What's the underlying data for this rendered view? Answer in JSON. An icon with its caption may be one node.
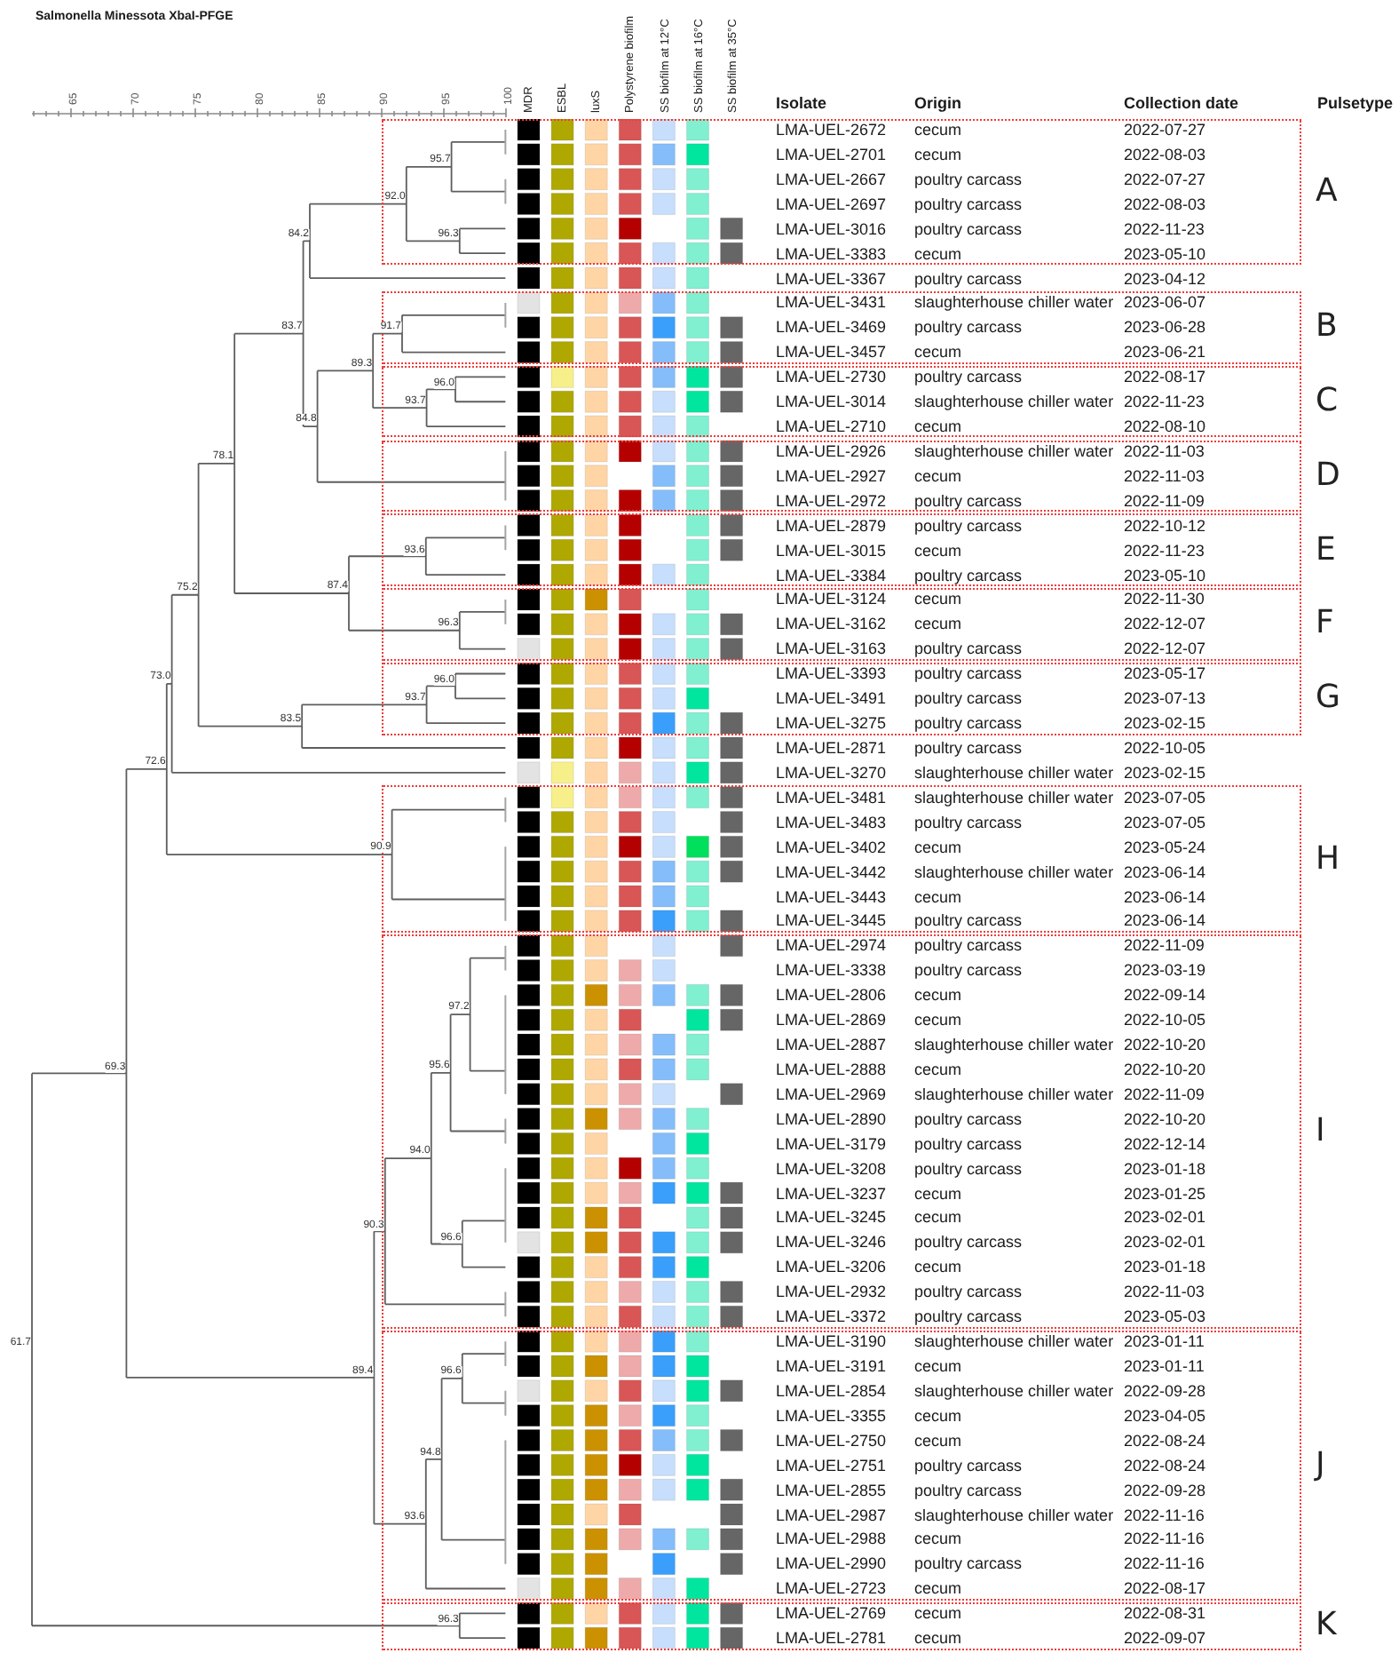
{
  "diagram": {
    "title": "Salmonella Minessota XbaI-PFGE",
    "nodes": [
      {
        "text": [
          "A"
        ]
      },
      {
        "text": [
          "B"
        ]
      },
      {
        "text": [
          "C"
        ]
      },
      {
        "text": [
          "D"
        ]
      },
      {
        "text": [
          "E"
        ]
      },
      {
        "text": [
          "F"
        ]
      },
      {
        "text": [
          "G"
        ]
      },
      {
        "text": [
          "H"
        ]
      },
      {
        "text": [
          "I"
        ]
      },
      {
        "text": [
          "J"
        ]
      },
      {
        "text": [
          "K"
        ]
      }
    ],
    "labels": [
      "65",
      "70",
      "75",
      "80",
      "85",
      "90",
      "95",
      "100",
      "MDR",
      "ESBL",
      "luxS",
      "Polystyrene biofilm",
      "SS biofilm at 12°C",
      "SS biofilm at 16°C",
      "SS biofilm at 35°C",
      "Isolate",
      "Origin",
      "Collection date",
      "Pulsetype",
      "LMA-UEL-2672",
      "cecum",
      "2022-07-27",
      "LMA-UEL-2701",
      "cecum",
      "2022-08-03",
      "LMA-UEL-2667",
      "poultry carcass",
      "2022-07-27",
      "LMA-UEL-2697",
      "poultry carcass",
      "2022-08-03",
      "LMA-UEL-3016",
      "poultry carcass",
      "2022-11-23",
      "LMA-UEL-3383",
      "cecum",
      "2023-05-10",
      "LMA-UEL-3367",
      "poultry carcass",
      "2023-04-12",
      "LMA-UEL-3431",
      "slaughterhouse chiller water",
      "2023-06-07",
      "LMA-UEL-3469",
      "poultry carcass",
      "2023-06-28",
      "LMA-UEL-3457",
      "cecum",
      "2023-06-21",
      "LMA-UEL-2730",
      "poultry carcass",
      "2022-08-17",
      "LMA-UEL-3014",
      "slaughterhouse chiller water",
      "2022-11-23",
      "LMA-UEL-2710",
      "cecum",
      "2022-08-10",
      "LMA-UEL-2926",
      "slaughterhouse chiller water",
      "2022-11-03",
      "LMA-UEL-2927",
      "cecum",
      "2022-11-03",
      "LMA-UEL-2972",
      "poultry carcass",
      "2022-11-09",
      "LMA-UEL-2879",
      "poultry carcass",
      "2022-10-12",
      "LMA-UEL-3015",
      "cecum",
      "2022-11-23",
      "LMA-UEL-3384",
      "poultry carcass",
      "2023-05-10",
      "LMA-UEL-3124",
      "cecum",
      "2022-11-30",
      "LMA-UEL-3162",
      "cecum",
      "2022-12-07",
      "LMA-UEL-3163",
      "poultry carcass",
      "2022-12-07",
      "LMA-UEL-3393",
      "poultry carcass",
      "2023-05-17",
      "LMA-UEL-3491",
      "poultry carcass",
      "2023-07-13",
      "LMA-UEL-3275",
      "poultry carcass",
      "2023-02-15",
      "LMA-UEL-2871",
      "poultry carcass",
      "2022-10-05",
      "LMA-UEL-3270",
      "slaughterhouse chiller water",
      "2023-02-15",
      "LMA-UEL-3481",
      "slaughterhouse chiller water",
      "2023-07-05",
      "LMA-UEL-3483",
      "poultry carcass",
      "2023-07-05",
      "LMA-UEL-3402",
      "cecum",
      "2023-05-24",
      "LMA-UEL-3442",
      "slaughterhouse chiller water",
      "2023-06-14",
      "LMA-UEL-3443",
      "cecum",
      "2023-06-14",
      "LMA-UEL-3445",
      "poultry carcass",
      "2023-06-14",
      "LMA-UEL-2974",
      "poultry carcass",
      "2022-11-09",
      "LMA-UEL-3338",
      "poultry carcass",
      "2023-03-19",
      "LMA-UEL-2806",
      "cecum",
      "2022-09-14",
      "LMA-UEL-2869",
      "cecum",
      "2022-10-05",
      "LMA-UEL-2887",
      "slaughterhouse chiller water",
      "2022-10-20",
      "LMA-UEL-2888",
      "cecum",
      "2022-10-20",
      "LMA-UEL-2969",
      "slaughterhouse chiller water",
      "2022-11-09",
      "LMA-UEL-2890",
      "poultry carcass",
      "2022-10-20",
      "LMA-UEL-3179",
      "poultry carcass",
      "2022-12-14",
      "LMA-UEL-3208",
      "poultry carcass",
      "2023-01-18",
      "LMA-UEL-3237",
      "cecum",
      "2023-01-25",
      "LMA-UEL-3245",
      "cecum",
      "2023-02-01",
      "LMA-UEL-3246",
      "poultry carcass",
      "2023-02-01",
      "LMA-UEL-3206",
      "cecum",
      "2023-01-18",
      "LMA-UEL-2932",
      "poultry carcass",
      "2022-11-03",
      "LMA-UEL-3372",
      "poultry carcass",
      "2023-05-03",
      "LMA-UEL-3190",
      "slaughterhouse chiller water",
      "2023-01-11",
      "LMA-UEL-3191",
      "cecum",
      "2023-01-11",
      "LMA-UEL-2854",
      "slaughterhouse chiller water",
      "2022-09-28",
      "LMA-UEL-3355",
      "cecum",
      "2023-04-05",
      "LMA-UEL-2750",
      "cecum",
      "2022-08-24",
      "LMA-UEL-2751",
      "poultry carcass",
      "2022-08-24",
      "LMA-UEL-2855",
      "poultry carcass",
      "2022-09-28",
      "LMA-UEL-2987",
      "slaughterhouse chiller water",
      "2022-11-16",
      "LMA-UEL-2988",
      "cecum",
      "2022-11-16",
      "LMA-UEL-2990",
      "poultry carcass",
      "2022-11-16",
      "LMA-UEL-2723",
      "cecum",
      "2022-08-17",
      "LMA-UEL-2769",
      "cecum",
      "2022-08-31",
      "LMA-UEL-2781",
      "cecum",
      "2022-09-07",
      "95.7",
      "92.0",
      "84.2",
      "96.3",
      "83.7",
      "91.7",
      "89.3",
      "96.0",
      "93.7",
      "84.8",
      "78.1",
      "93.6",
      "75.2",
      "87.4",
      "96.3",
      "73.0",
      "96.0",
      "93.7",
      "83.5",
      "72.6",
      "90.9",
      "97.2",
      "69.3",
      "95.6",
      "94.0",
      "90.3",
      "96.6",
      "61.7",
      "89.4",
      "96.6",
      "94.8",
      "93.6",
      "96.3"
    ]
  }
}
